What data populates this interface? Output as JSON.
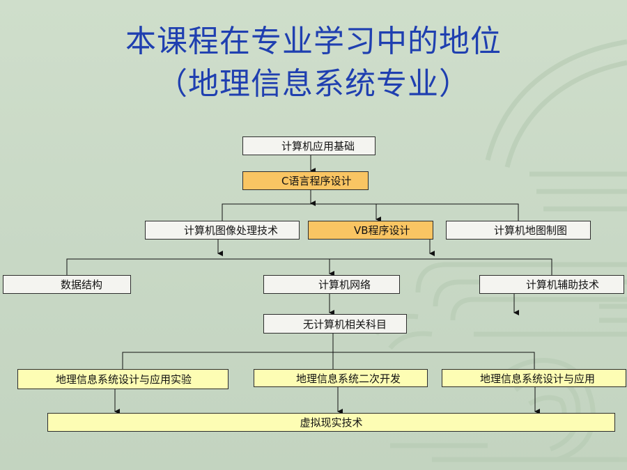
{
  "title": {
    "line1": "本课程在专业学习中的地位",
    "line2": "（地理信息系统专业）"
  },
  "colors": {
    "title": "#1f3fb0",
    "background": "#c9d9c6",
    "box_default": "#f4f4f0",
    "box_highlight": "#f9c563",
    "box_target": "#fdfdb4"
  },
  "nodes": {
    "computer_basics": "计算机应用基础",
    "c_programming": "C语言程序设计",
    "image_processing": "计算机图像处理技术",
    "vb_programming": "VB程序设计",
    "map_making": "计算机地图制图",
    "data_structures": "数据结构",
    "computer_network": "计算机网络",
    "cad": "计算机辅助技术",
    "non_computer": "无计算机相关科目",
    "gis_design_lab": "地理信息系统设计与应用实验",
    "gis_secondary_dev": "地理信息系统二次开发",
    "gis_design_app": "地理信息系统设计与应用",
    "virtual_reality": "虚拟现实技术"
  }
}
